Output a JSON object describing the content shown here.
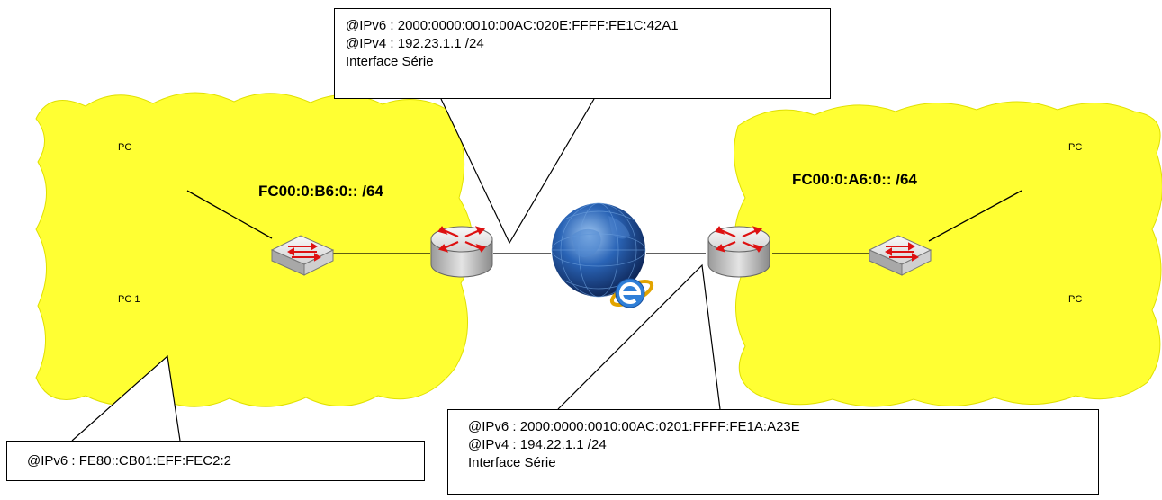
{
  "left_lan": {
    "prefix": "FC00:0:B6:0:: /64",
    "pc_top_label": "PC",
    "pc_bottom_label": "PC 1"
  },
  "right_lan": {
    "prefix": "FC00:0:A6:0:: /64",
    "pc_top_label": "PC",
    "pc_bottom_label": "PC"
  },
  "callout_top": {
    "ipv6": "@IPv6 : 2000:0000:0010:00AC:020E:FFFF:FE1C:42A1",
    "ipv4": "@IPv4 : 192.23.1.1 /24",
    "interface": "Interface Série"
  },
  "callout_bottom_right": {
    "ipv6": "@IPv6 : 2000:0000:0010:00AC:0201:FFFF:FE1A:A23E",
    "ipv4": "@IPv4 : 194.22.1.1 /24",
    "interface": "Interface Série"
  },
  "callout_bottom_left": {
    "ipv6": "@IPv6 : FE80::CB01:EFF:FEC2:2"
  },
  "colors": {
    "lan_fill": "#ffff33",
    "device_arrow": "#dd1111",
    "globe": "#1c4f9a"
  },
  "icons": [
    "switch-icon",
    "router-icon",
    "internet-globe-icon"
  ]
}
